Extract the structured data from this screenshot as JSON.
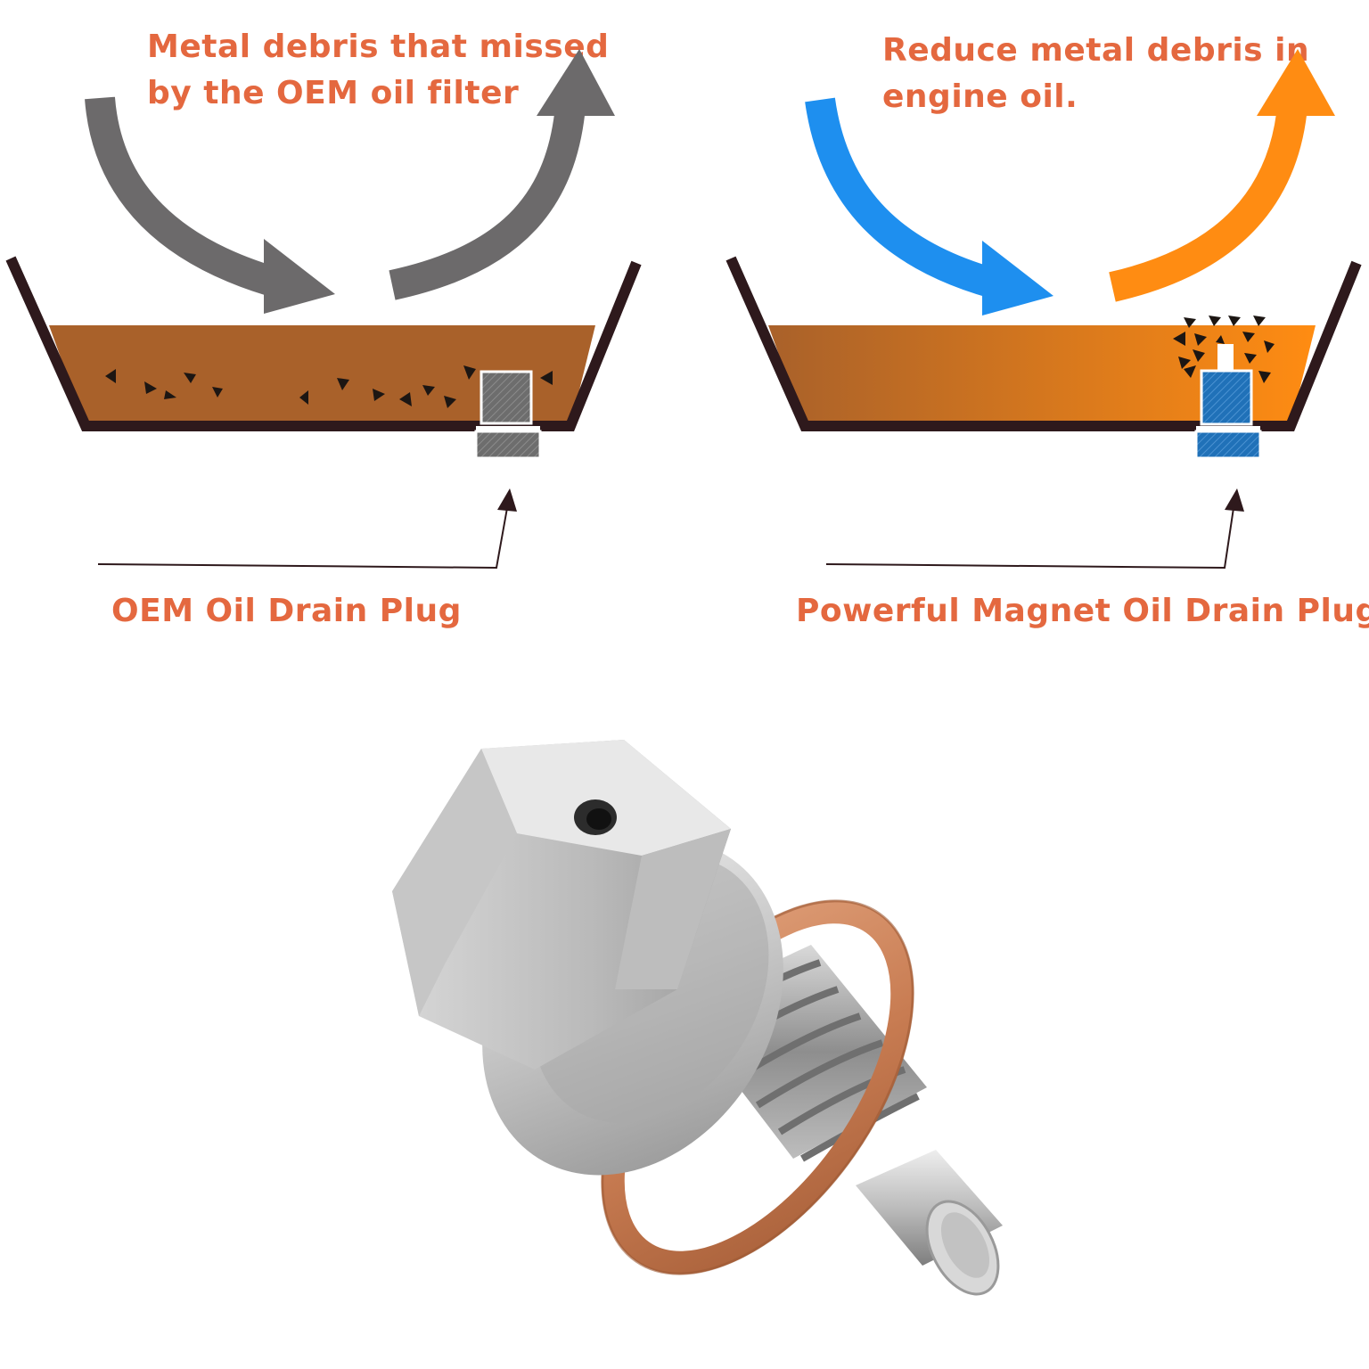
{
  "colors": {
    "label_text": "#e4683f",
    "gray_arrow": "#6c6a6b",
    "blue_arrow": "#1e8fef",
    "orange_arrow": "#ff8c12",
    "pan_outline": "#2e191c",
    "oem_oil": "#a9612a",
    "magnet_oil_start": "#a9612a",
    "magnet_oil_end": "#ff8c12",
    "oem_plug": "#6d6d6d",
    "magnet_plug": "#2071b8",
    "debris": "#1c1613",
    "pointer_line": "#2e191c",
    "washer": "#c87c52",
    "plug_metal": "#c7c7c7"
  },
  "oem_panel": {
    "caption": "Metal debris that missed\nby the OEM oil filter",
    "plug_label": "OEM Oil Drain Plug"
  },
  "magnet_panel": {
    "caption": "Reduce metal debris in\nengine oil.",
    "plug_label": "Powerful Magnet Oil Drain Plug"
  },
  "photo": {
    "subject": "magnetic-oil-drain-plug",
    "parts": [
      "hex-head-icon",
      "crush-washer-icon",
      "threaded-shank-icon",
      "magnet-tip-icon"
    ]
  }
}
